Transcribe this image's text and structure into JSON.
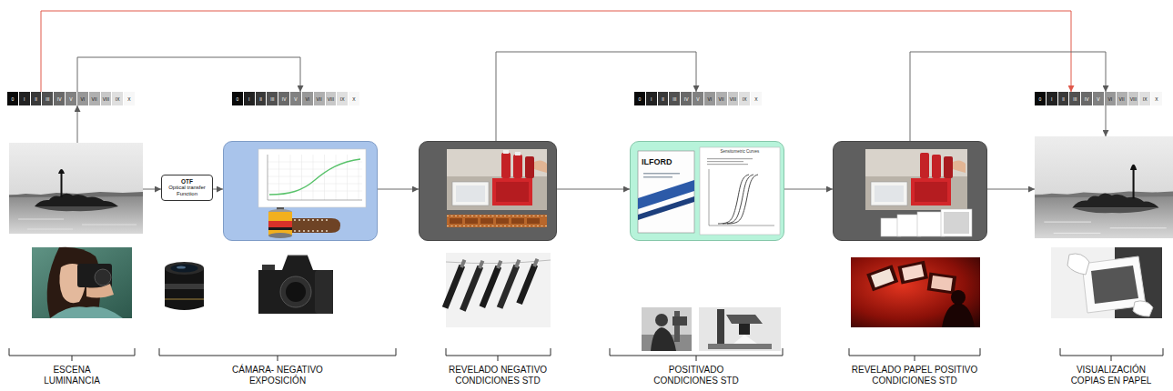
{
  "diagram": {
    "nodes": [
      {
        "text": [
          "0",
          "I",
          "II",
          "III",
          "IV",
          "V",
          "VI",
          "VII",
          "VIII",
          "IX",
          "X"
        ]
      },
      {
        "text": [
          "0",
          "I",
          "II",
          "III",
          "IV",
          "V",
          "VI",
          "VII",
          "VIII",
          "IX",
          "X"
        ]
      },
      {
        "text": [
          "0",
          "I",
          "II",
          "III",
          "IV",
          "V",
          "VI",
          "VII",
          "VIII",
          "IX",
          "X"
        ]
      },
      {
        "text": [
          "0",
          "I",
          "II",
          "III",
          "IV",
          "V",
          "VI",
          "VII",
          "VIII",
          "IX",
          "X"
        ]
      },
      {
        "text": []
      },
      {
        "text": [
          "OTF",
          "Optical transfer Function"
        ]
      },
      {
        "text": []
      },
      {
        "text": []
      },
      {
        "text": [
          "ILFORD",
          "Sensitometric Curves"
        ]
      },
      {
        "text": []
      },
      {
        "text": []
      }
    ],
    "edges": [
      {
        "from": 4,
        "to": 5,
        "arrow": "to"
      },
      {
        "from": 5,
        "to": 6,
        "arrow": "to"
      },
      {
        "from": 6,
        "to": 7,
        "arrow": "to"
      },
      {
        "from": 7,
        "to": 8,
        "arrow": "to"
      },
      {
        "from": 8,
        "to": 9,
        "arrow": "to"
      },
      {
        "from": 9,
        "to": 10,
        "arrow": "to"
      },
      {
        "from": 4,
        "to": 0,
        "arrow": "to"
      },
      {
        "from": 0,
        "to": 1,
        "arrow": "to"
      },
      {
        "from": 0,
        "to": 3,
        "arrow": "to"
      },
      {
        "from": 7,
        "to": 2,
        "arrow": "to"
      },
      {
        "from": 9,
        "to": 3,
        "arrow": "to"
      },
      {
        "from": 3,
        "to": 10,
        "arrow": "to"
      }
    ],
    "labels": [
      "ESCENA LUMINANCIA",
      "CÁMARA- NEGATIVO EXPOSICIÓN",
      "REVELADO NEGATIVO CONDICIONES STD",
      "POSITIVADO CONDICIONES STD",
      "REVELADO PAPEL POSITIVO CONDICIONES STD",
      "VISUALIZACIÓN COPIAS EN PAPEL"
    ]
  }
}
